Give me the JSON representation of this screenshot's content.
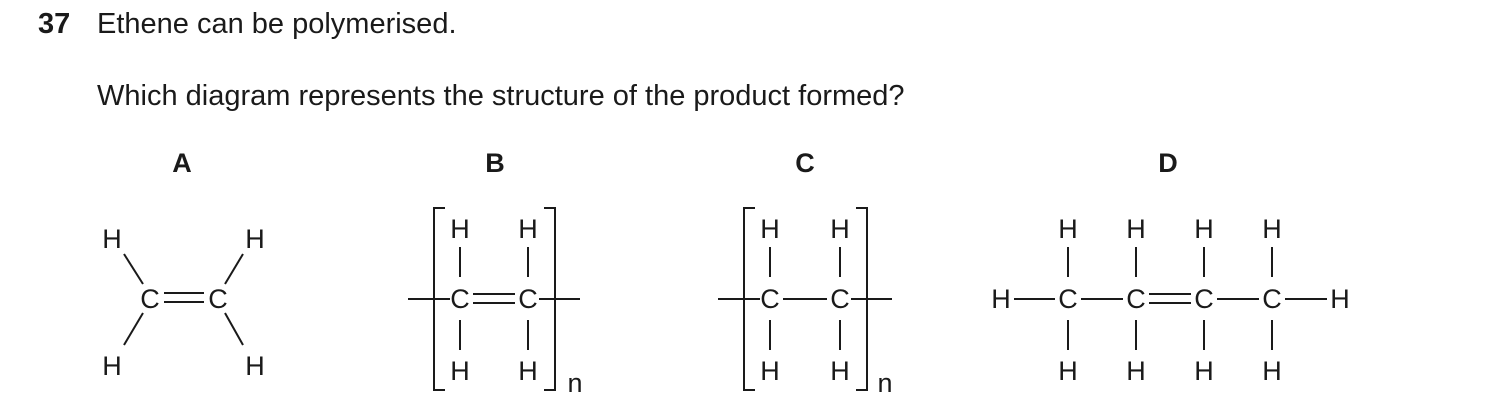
{
  "question": {
    "number": "37",
    "stem": "Ethene can be polymerised.",
    "prompt": "Which diagram represents the structure of the product formed?"
  },
  "options": [
    {
      "label": "A"
    },
    {
      "label": "B",
      "subscript": "n"
    },
    {
      "label": "C",
      "subscript": "n"
    },
    {
      "label": "D"
    }
  ],
  "atoms": {
    "carbon": "C",
    "hydrogen": "H"
  }
}
